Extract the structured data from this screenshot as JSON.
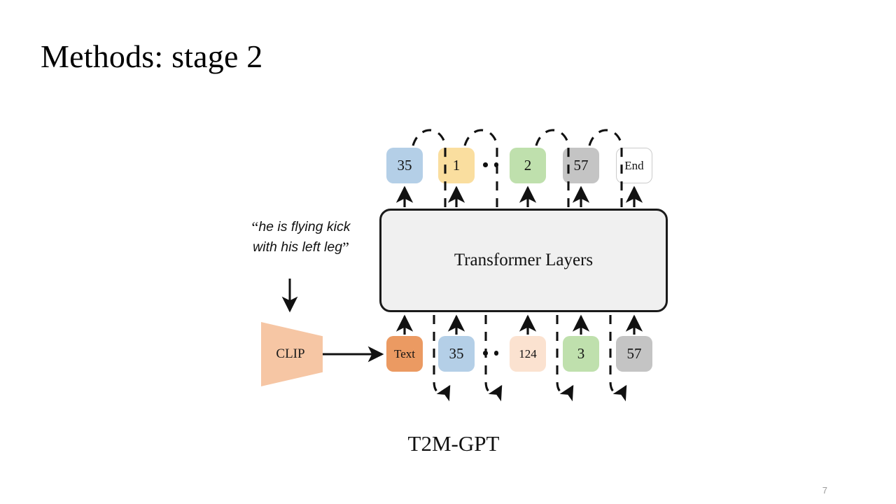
{
  "slide": {
    "title": "Methods: stage 2",
    "page_number": "7",
    "background": "#ffffff"
  },
  "diagram": {
    "caption": "T2M-GPT",
    "transformer": {
      "label": "Transformer Layers",
      "fill": "#f0f0f0",
      "border": "#1a1a1a"
    },
    "clip": {
      "label": "CLIP",
      "fill": "#f6c6a4"
    },
    "prompt": {
      "open_quote": "“",
      "line1": "he is flying kick",
      "line2": "with his left leg",
      "close_quote": "”"
    },
    "output_tokens": [
      {
        "label": "35",
        "fill": "#b4cfe7",
        "kind": "filled"
      },
      {
        "label": "1",
        "fill": "#fade9f",
        "kind": "filled"
      },
      {
        "label": "..",
        "fill": "none",
        "kind": "ellipsis"
      },
      {
        "label": "2",
        "fill": "#bfe0ad",
        "kind": "filled"
      },
      {
        "label": "57",
        "fill": "#c4c4c4",
        "kind": "filled"
      },
      {
        "label": "End",
        "fill": "#ffffff",
        "kind": "outlined"
      }
    ],
    "input_tokens": [
      {
        "label": "Text",
        "fill": "#eb9a62",
        "kind": "filled"
      },
      {
        "label": "35",
        "fill": "#b4cfe7",
        "kind": "filled"
      },
      {
        "label": "..",
        "fill": "none",
        "kind": "ellipsis"
      },
      {
        "label": "124",
        "fill": "#fbe2d0",
        "kind": "filled"
      },
      {
        "label": "3",
        "fill": "#bfe0ad",
        "kind": "filled"
      },
      {
        "label": "57",
        "fill": "#c4c4c4",
        "kind": "filled"
      }
    ]
  }
}
